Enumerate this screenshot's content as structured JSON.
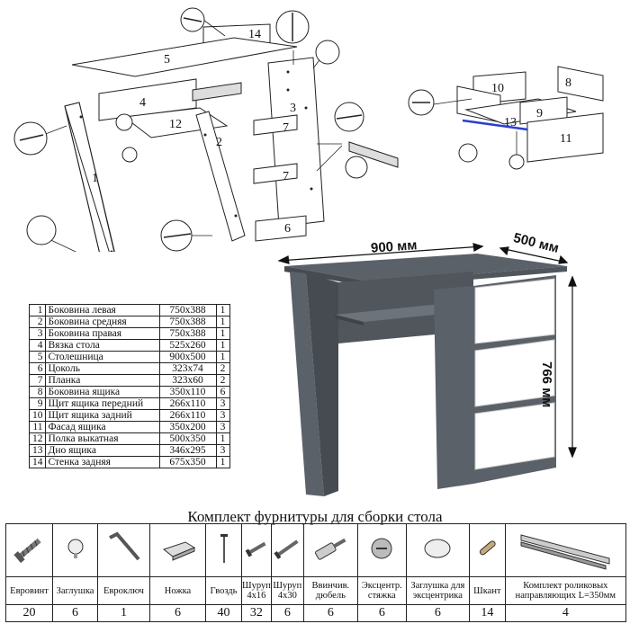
{
  "diagram": {
    "callout_numbers": [
      "1",
      "2",
      "3",
      "4",
      "5",
      "6",
      "7",
      "7",
      "8",
      "9",
      "10",
      "11",
      "12",
      "13",
      "14"
    ]
  },
  "dimensions": {
    "width": "900 мм",
    "depth": "500 мм",
    "height": "766 мм"
  },
  "parts": [
    {
      "num": "1",
      "name": "Боковина левая",
      "size": "750x388",
      "qty": "1"
    },
    {
      "num": "2",
      "name": "Боковина средняя",
      "size": "750x388",
      "qty": "1"
    },
    {
      "num": "3",
      "name": "Боковина правая",
      "size": "750x388",
      "qty": "1"
    },
    {
      "num": "4",
      "name": "Вязка стола",
      "size": "525x260",
      "qty": "1"
    },
    {
      "num": "5",
      "name": "Столешница",
      "size": "900x500",
      "qty": "1"
    },
    {
      "num": "6",
      "name": "Цоколь",
      "size": "323x74",
      "qty": "2"
    },
    {
      "num": "7",
      "name": "Планка",
      "size": "323x60",
      "qty": "2"
    },
    {
      "num": "8",
      "name": "Боковина ящика",
      "size": "350x110",
      "qty": "6"
    },
    {
      "num": "9",
      "name": "Щит ящика передний",
      "size": "266x110",
      "qty": "3"
    },
    {
      "num": "10",
      "name": "Щит ящика задний",
      "size": "266x110",
      "qty": "3"
    },
    {
      "num": "11",
      "name": "Фасад ящика",
      "size": "350x200",
      "qty": "3"
    },
    {
      "num": "12",
      "name": "Полка выкатная",
      "size": "500x350",
      "qty": "1"
    },
    {
      "num": "13",
      "name": "Дно ящика",
      "size": "346x295",
      "qty": "3"
    },
    {
      "num": "14",
      "name": "Стенка задняя",
      "size": "675x350",
      "qty": "1"
    }
  ],
  "hardware": {
    "title": "Комплект фурнитуры для сборки стола",
    "items": [
      {
        "label": "Евровинт",
        "count": "20",
        "icon": "eurovint-screw-icon"
      },
      {
        "label": "Заглушка",
        "count": "6",
        "icon": "cap-plug-icon"
      },
      {
        "label": "Евроключ",
        "count": "1",
        "icon": "hex-key-icon"
      },
      {
        "label": "Ножка",
        "count": "6",
        "icon": "furniture-foot-icon"
      },
      {
        "label": "Гвоздь",
        "count": "40",
        "icon": "nail-icon"
      },
      {
        "label": "Шуруп 4x16",
        "count": "32",
        "icon": "screw-short-icon"
      },
      {
        "label": "Шуруп 4x30",
        "count": "6",
        "icon": "screw-long-icon"
      },
      {
        "label": "Ввинчив. дюбель",
        "count": "6",
        "icon": "screw-in-dowel-icon"
      },
      {
        "label": "Эксцентр. стяжка",
        "count": "6",
        "icon": "cam-lock-icon"
      },
      {
        "label": "Заглушка для эксцентрика",
        "count": "6",
        "icon": "cam-cap-icon"
      },
      {
        "label": "Шкант",
        "count": "14",
        "icon": "wood-dowel-icon"
      },
      {
        "label": "Комплект роликовых направляющих L=350мм",
        "count": "4",
        "icon": "roller-slide-icon"
      }
    ]
  },
  "colors": {
    "graphite": "#5b6168",
    "graphite_dark": "#464b51",
    "white_panel": "#ffffff",
    "line": "#222222",
    "accent_blue": "#2a3fd0"
  }
}
